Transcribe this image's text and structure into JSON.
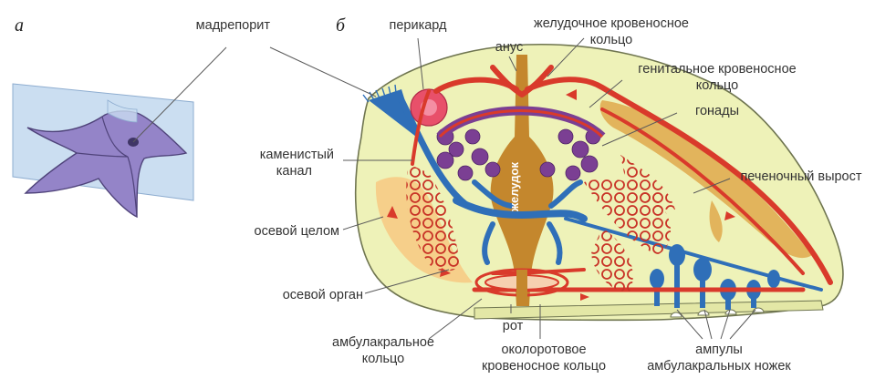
{
  "panels": {
    "a": "а",
    "b": "б"
  },
  "labels": {
    "madreporite": "мадрепорит",
    "pericardium": "перикард",
    "anus": "анус",
    "gastric_ring_line1": "желудочное кровеносное",
    "gastric_ring_line2": "кольцо",
    "genital_ring_line1": "генитальное кровеносное",
    "genital_ring_line2": "кольцо",
    "gonads": "гонады",
    "stone_canal_line1": "каменистый",
    "stone_canal_line2": "канал",
    "liver_outgrowth": "печеночный вырост",
    "axial_coelom": "осевой целом",
    "stomach": "желудок",
    "axial_organ": "осевой орган",
    "mouth": "рот",
    "ambulacral_ring_line1": "амбулакральное",
    "ambulacral_ring_line2": "кольцо",
    "perioral_ring_line1": "околоротовое",
    "perioral_ring_line2": "кровеносное кольцо",
    "ampullae_line1": "ампулы",
    "ampullae_line2": "амбулакральных ножек"
  },
  "colors": {
    "body_fill": "#eef2b8",
    "body_outline": "#6f7550",
    "blood_system": "#d93a2b",
    "water_vascular": "#2f6fb8",
    "stomach": "#c4872d",
    "axial_coelom": "#f6cf8a",
    "gonads": "#7b3f93",
    "pericardium": "#e8506a",
    "starfish": "#8e7cc3",
    "section_plane": "#9fbfe0"
  }
}
